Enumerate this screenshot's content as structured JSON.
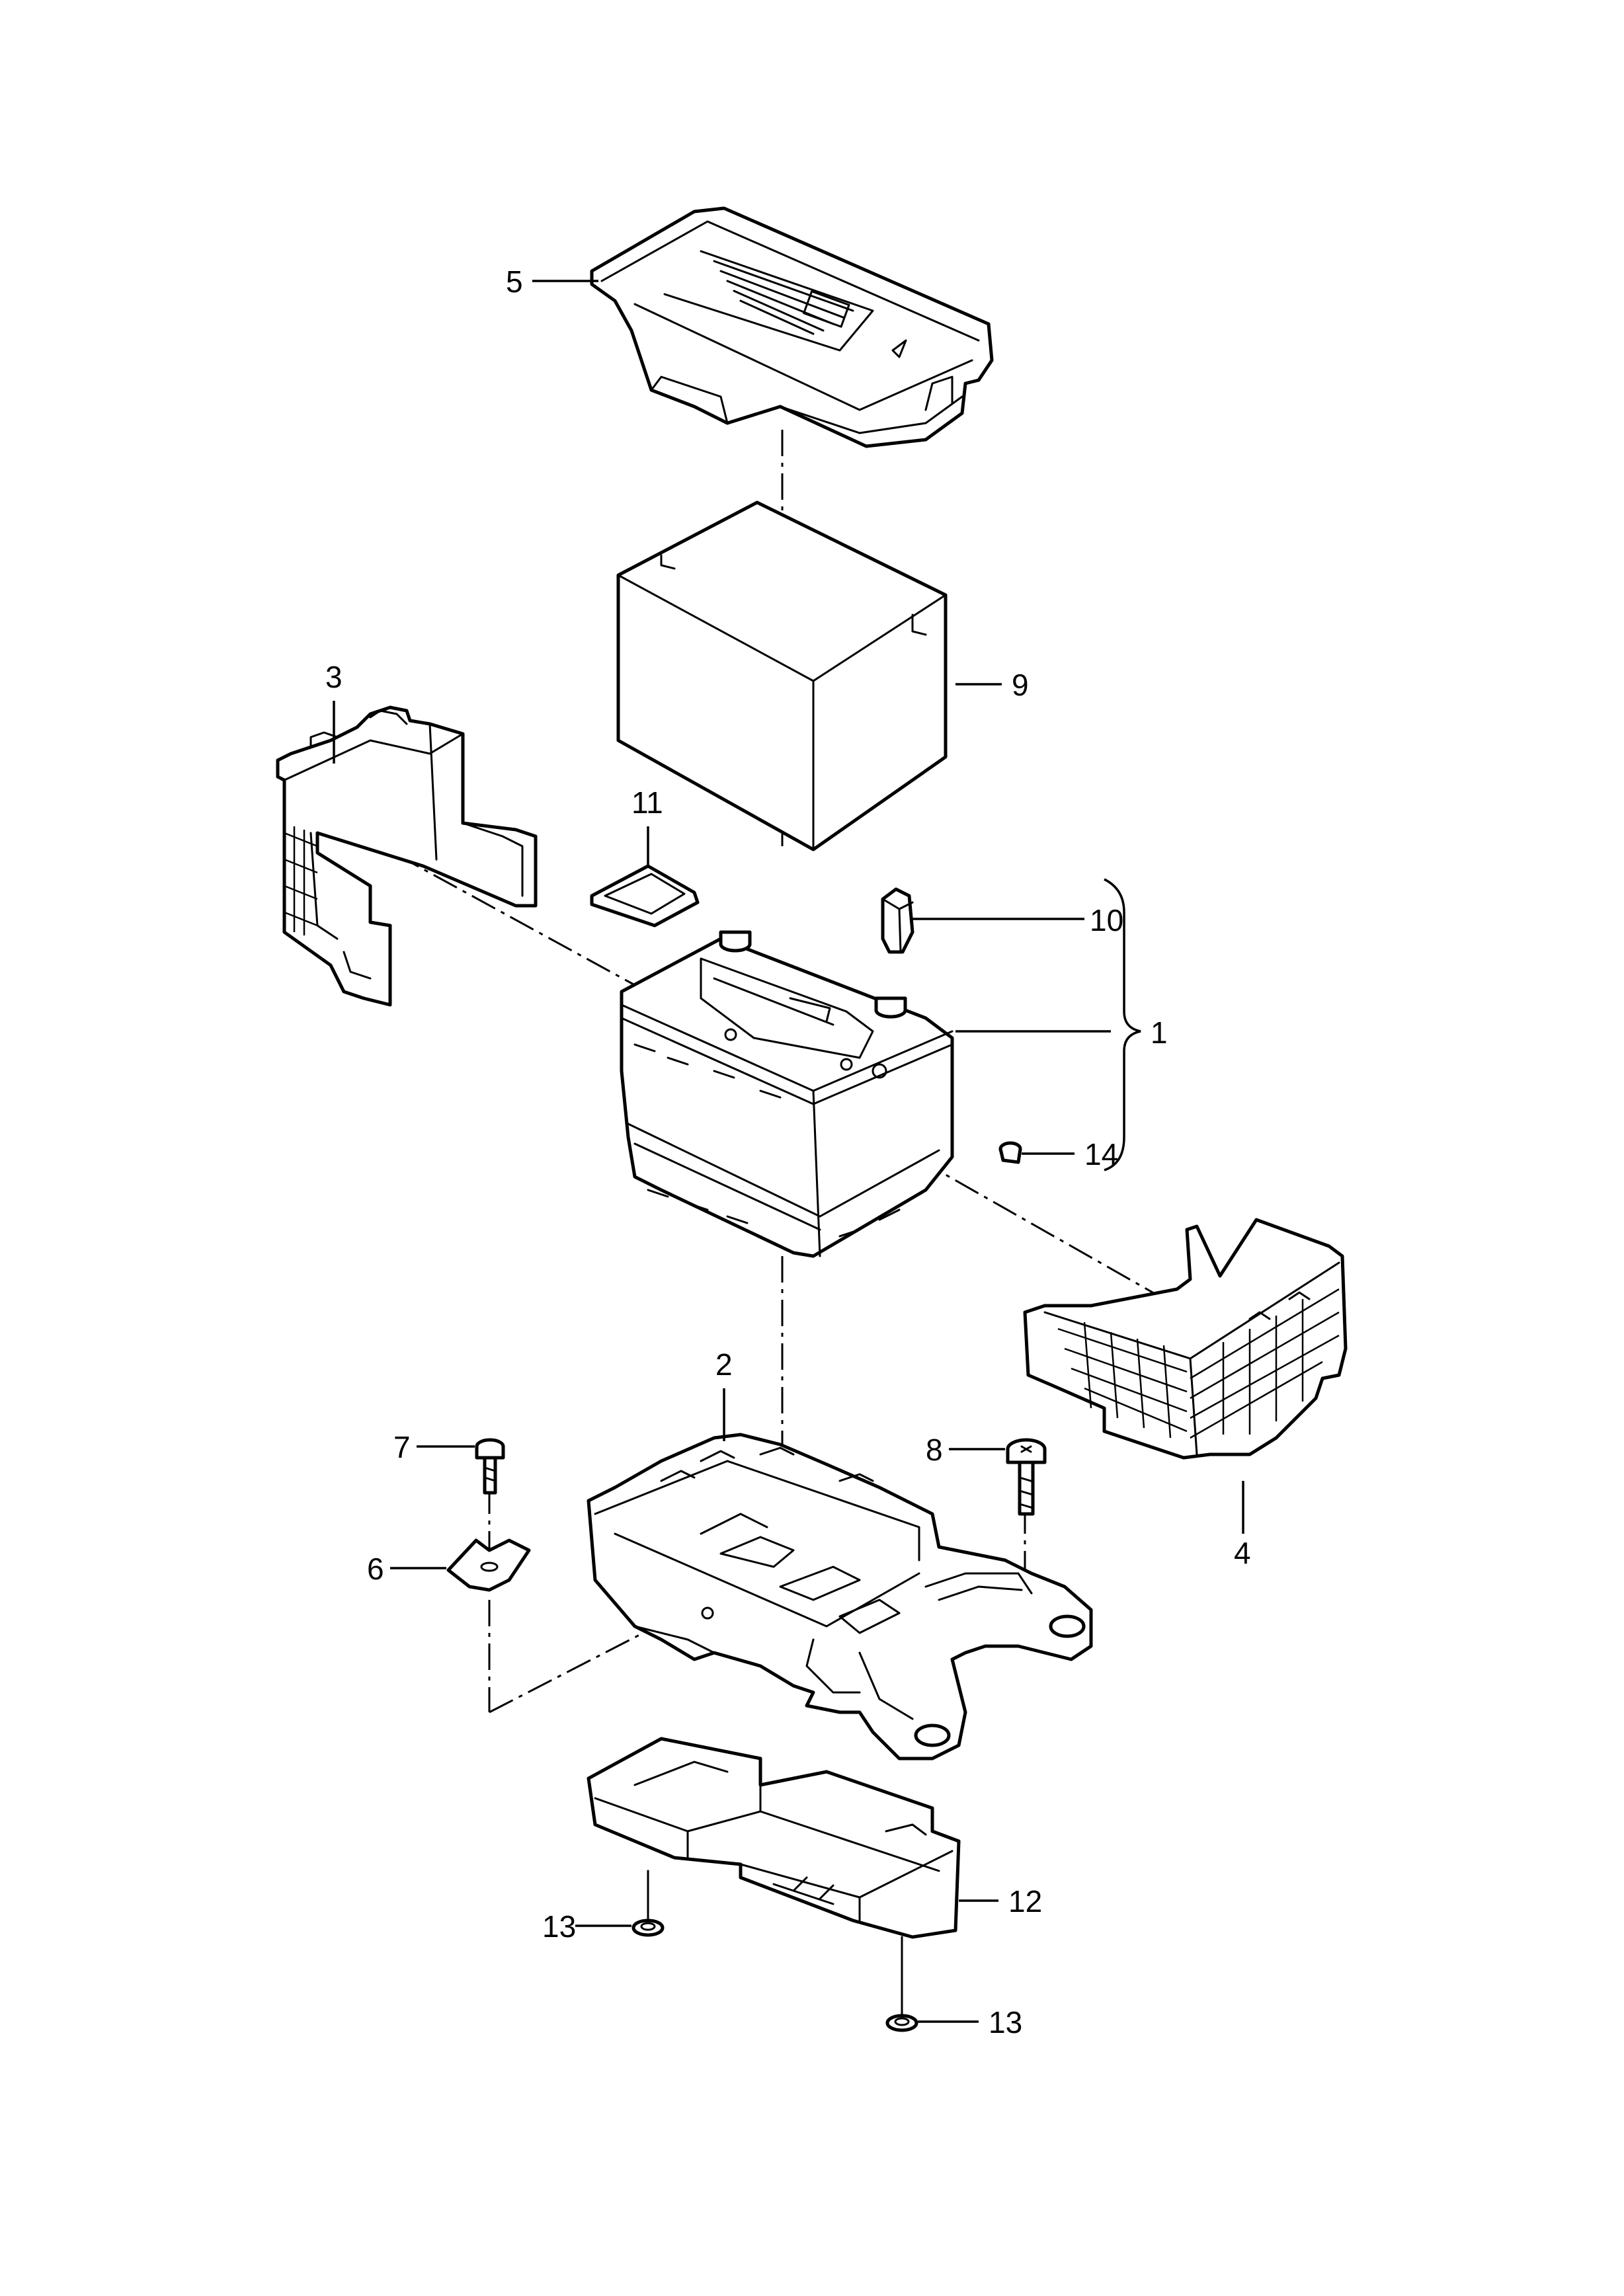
{
  "diagram": {
    "callouts": [
      {
        "id": "c1",
        "text": "1"
      },
      {
        "id": "c2",
        "text": "2"
      },
      {
        "id": "c3",
        "text": "3"
      },
      {
        "id": "c4",
        "text": "4"
      },
      {
        "id": "c5",
        "text": "5"
      },
      {
        "id": "c6",
        "text": "6"
      },
      {
        "id": "c7",
        "text": "7"
      },
      {
        "id": "c8",
        "text": "8"
      },
      {
        "id": "c9",
        "text": "9"
      },
      {
        "id": "c10",
        "text": "10"
      },
      {
        "id": "c11",
        "text": "11"
      },
      {
        "id": "c12",
        "text": "12"
      },
      {
        "id": "c13a",
        "text": "13"
      },
      {
        "id": "c13b",
        "text": "13"
      },
      {
        "id": "c14",
        "text": "14"
      }
    ]
  }
}
